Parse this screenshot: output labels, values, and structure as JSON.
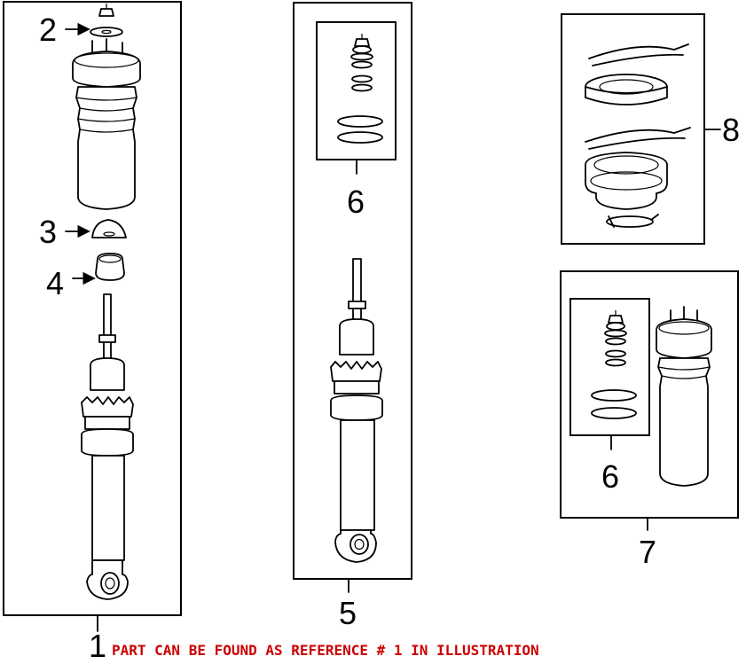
{
  "callouts": {
    "c1": "1",
    "c2": "2",
    "c3": "3",
    "c4": "4",
    "c5": "5",
    "c6a": "6",
    "c6b": "6",
    "c7": "7",
    "c8": "8"
  },
  "note": {
    "text": "PART CAN BE FOUND AS REFERENCE # 1 IN ILLUSTRATION",
    "color": "#cc0000"
  }
}
